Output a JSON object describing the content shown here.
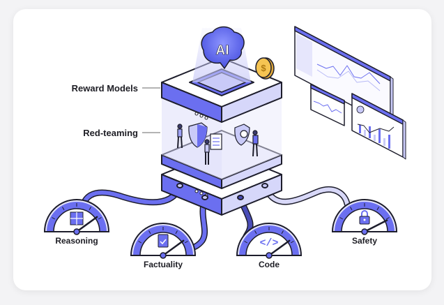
{
  "illustration": {
    "center_chip_label": "AI",
    "labels": {
      "reward_models": "Reward Models",
      "red_teaming": "Red-teaming"
    },
    "gauges": [
      {
        "name": "Reasoning",
        "icon": "puzzle-icon",
        "level_fraction": 0.8
      },
      {
        "name": "Factuality",
        "icon": "document-check-icon",
        "level_fraction": 0.8
      },
      {
        "name": "Code",
        "icon": "code-icon",
        "level_fraction": 0.8
      },
      {
        "name": "Safety",
        "icon": "lock-icon",
        "level_fraction": 0.85
      }
    ],
    "colors": {
      "primary": "#6b6ff0",
      "light": "#e4e4fc",
      "outline": "#1d1d2b",
      "coin": "#f5c452"
    }
  }
}
